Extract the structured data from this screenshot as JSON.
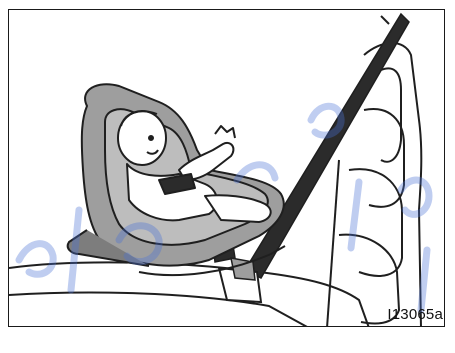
{
  "figure": {
    "code": "I13065a",
    "colors": {
      "line": "#1f1f1f",
      "seat_fill": "#9e9e9e",
      "seat_dark": "#7d7d7d",
      "belt": "#2b2b2b",
      "vehicle_seat": "#ffffff",
      "watermark": "#4a72d6"
    },
    "icons": [
      "infant-car-seat",
      "child-figure",
      "vehicle-seat-belt",
      "buckle",
      "vehicle-seat"
    ]
  }
}
